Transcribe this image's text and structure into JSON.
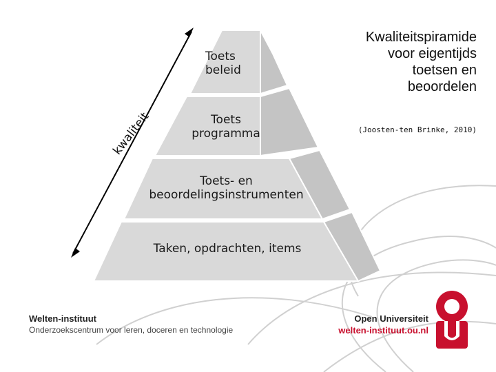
{
  "pyramid": {
    "levels": [
      {
        "label": "Toets\nbeleid"
      },
      {
        "label": "Toets\nprogramma"
      },
      {
        "label": "Toets- en\nbeoordelingsinstrumenten"
      },
      {
        "label": "Taken, opdrachten, items"
      }
    ],
    "axis_label": "kwaliteit"
  },
  "title": "Kwaliteitspiramide\nvoor eigentijds\ntoetsen en\nbeoordelen",
  "source": "(Joosten-ten Brinke, 2010)",
  "footer": {
    "left_name": "Welten-instituut",
    "left_sub": "Onderzoekscentrum voor leren, doceren en technologie",
    "right_name": "Open Universiteit",
    "right_url": "welten-instituut.ou.nl"
  },
  "colors": {
    "level_fill": "#d9d9d9",
    "side_fill": "#bfbfbf",
    "brand_red": "#c8102e"
  }
}
